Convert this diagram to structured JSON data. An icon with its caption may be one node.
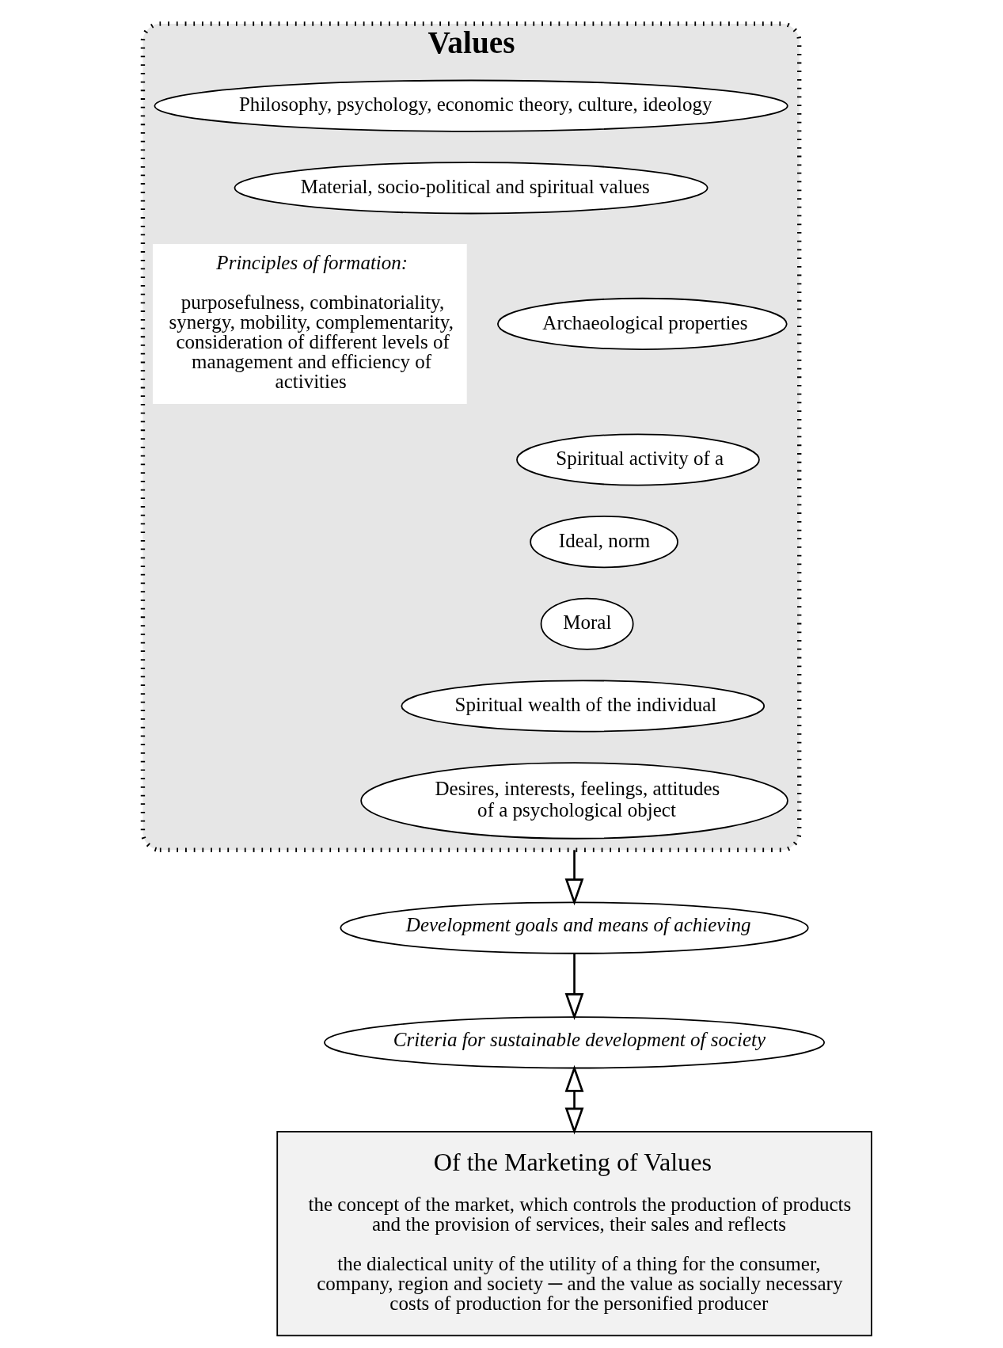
{
  "diagram": {
    "nodes": [
      {
        "text": [
          "Values"
        ]
      },
      {
        "text": [
          "Philosophy, psychology, economic theory, culture, ideology"
        ],
        "in": 0
      },
      {
        "text": [
          "Material, socio-political and spiritual values"
        ],
        "in": 0
      },
      {
        "text": [
          "Principles of formation:",
          "purposefulness, combinatoriality, synergy, mobility, complementarity, consideration of different levels of management and efficiency of activities"
        ],
        "in": 0
      },
      {
        "text": [
          "Archaeological properties"
        ],
        "in": 0
      },
      {
        "text": [
          "Spiritual activity of a"
        ],
        "in": 0
      },
      {
        "text": [
          "Ideal, norm"
        ],
        "in": 0
      },
      {
        "text": [
          "Moral"
        ],
        "in": 0
      },
      {
        "text": [
          "Spiritual wealth of the individual"
        ],
        "in": 0
      },
      {
        "text": [
          "Desires, interests, feelings, attitudes of a psychological object"
        ],
        "in": 0
      },
      {
        "text": [
          "Development goals and means of achieving"
        ]
      },
      {
        "text": [
          "Criteria for sustainable development of society"
        ]
      },
      {
        "text": [
          "Of the Marketing of Values",
          "the concept of the market, which controls the production of products and the provision of services, their sales and reflects",
          "the dialectical unity of the utility of a thing for the consumer, company, region and society ─ and the value as socially necessary costs of production for the personified producer"
        ]
      }
    ],
    "edges": [
      {
        "from": 0,
        "to": 10,
        "arrow": "to"
      },
      {
        "from": 10,
        "to": 11,
        "arrow": "to"
      },
      {
        "from": 11,
        "to": 12,
        "arrow": "both"
      }
    ]
  }
}
